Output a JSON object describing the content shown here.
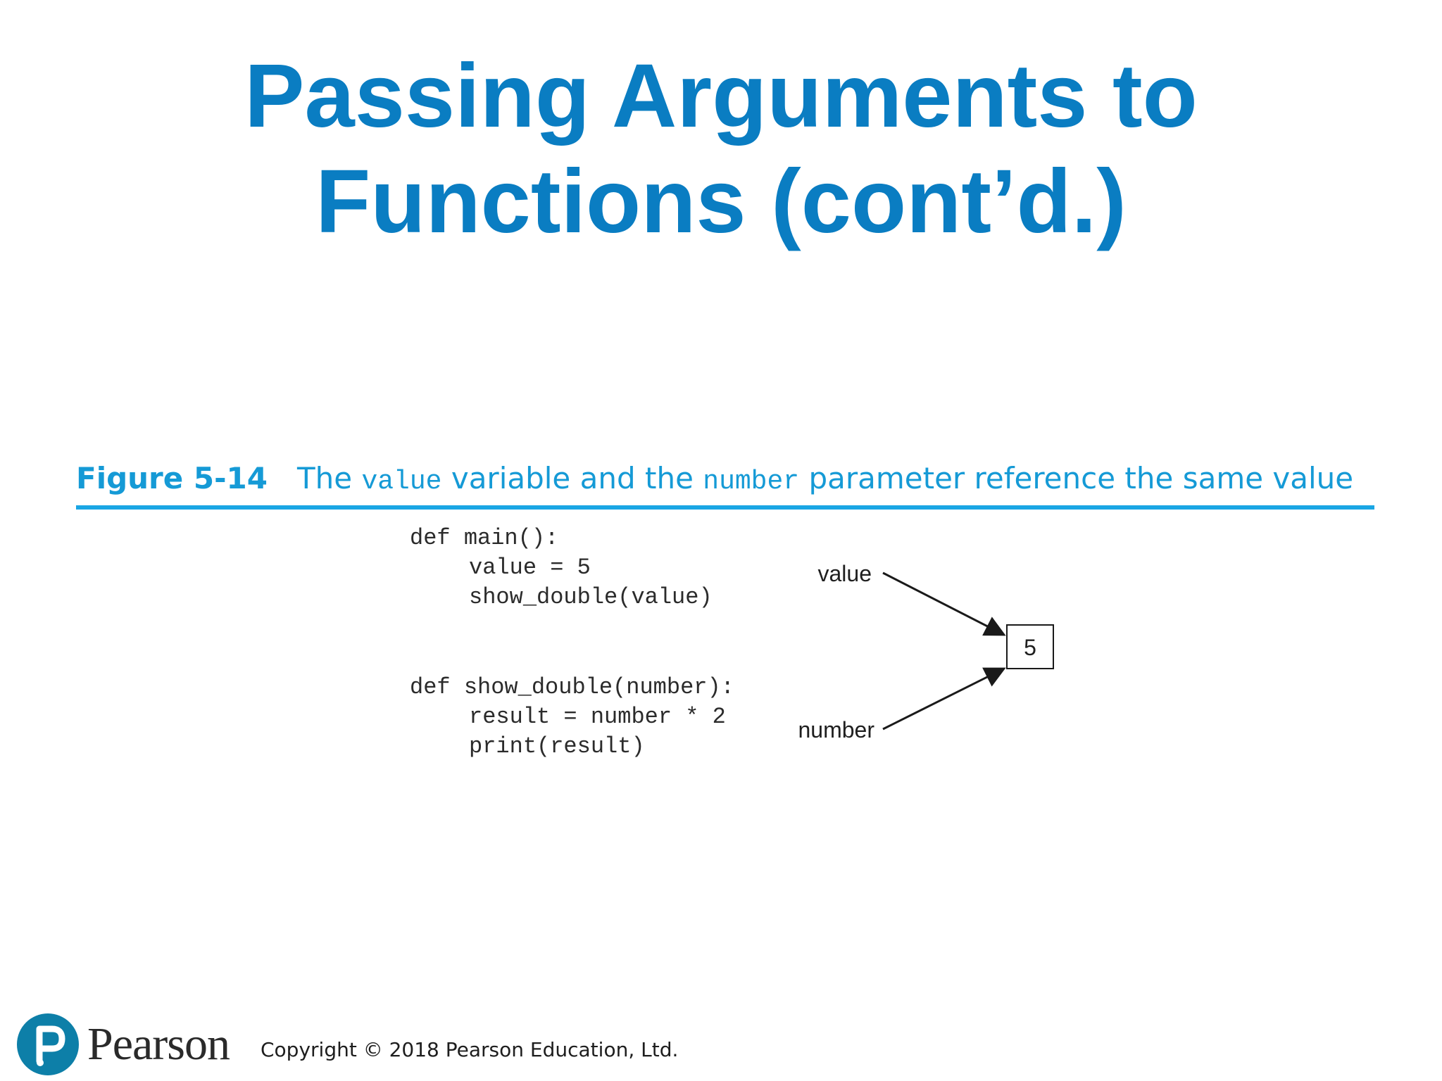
{
  "slide": {
    "title_line1": "Passing Arguments to",
    "title_line2": "Functions (cont’d.)"
  },
  "figure": {
    "label": "Figure 5-14",
    "caption_parts": {
      "p1": "The ",
      "code1": "value",
      "p2": " variable and the ",
      "code2": "number",
      "p3": " parameter reference the same value"
    },
    "code_main": {
      "line1": "def main():",
      "line2": "value = 5",
      "line3": "show_double(value)"
    },
    "code_show_double": {
      "line1": "def show_double(number):",
      "line2": "result = number * 2",
      "line3": "print(result)"
    },
    "diagram": {
      "label_value": "value",
      "label_number": "number",
      "box_value": "5"
    }
  },
  "footer": {
    "brand": "Pearson",
    "copyright": "Copyright © 2018 Pearson Education, Ltd.",
    "logo_icon": "pearson-p-logo-icon",
    "logo_color": "#0d7fa8"
  },
  "colors": {
    "title": "#0a7dc2",
    "caption": "#159ad6",
    "rule": "#1aa6e4"
  }
}
